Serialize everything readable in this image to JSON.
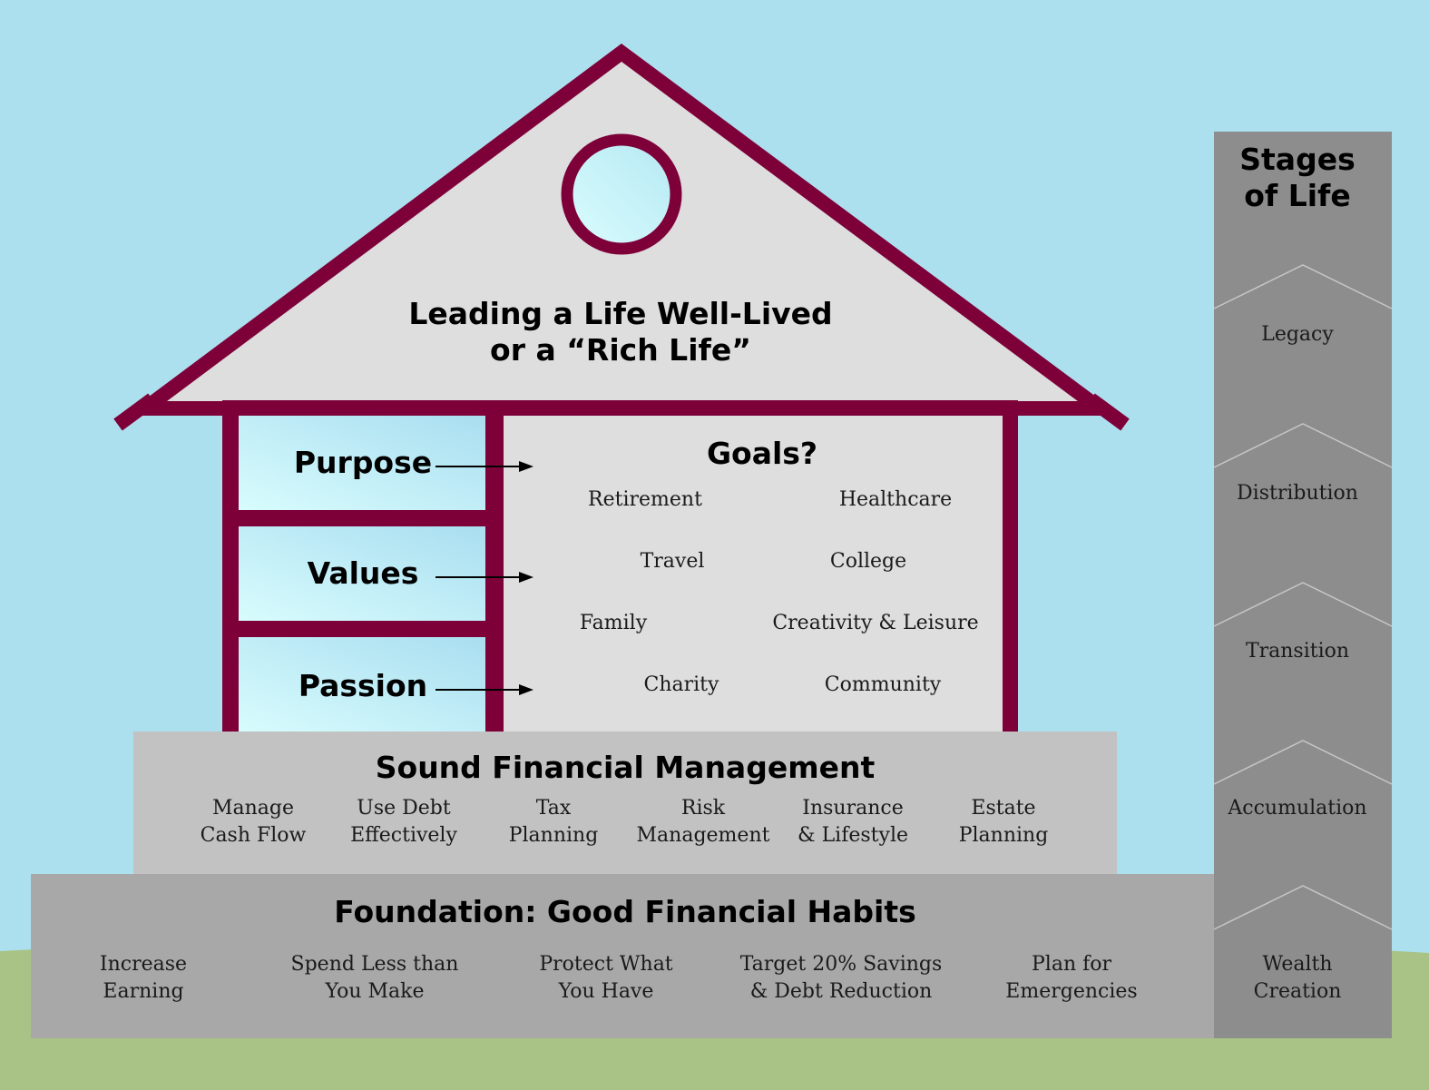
{
  "roof": {
    "title_line1": "Leading a Life Well-Lived",
    "title_line2": "or a “Rich Life”"
  },
  "windows": [
    {
      "label": "Purpose"
    },
    {
      "label": "Values"
    },
    {
      "label": "Passion"
    }
  ],
  "goals": {
    "title": "Goals?",
    "items": [
      "Retirement",
      "Healthcare",
      "Travel",
      "College",
      "Family",
      "Creativity & Leisure",
      "Charity",
      "Community"
    ]
  },
  "management": {
    "title": "Sound Financial Management",
    "items": [
      {
        "line1": "Manage",
        "line2": "Cash Flow"
      },
      {
        "line1": "Use Debt",
        "line2": "Effectively"
      },
      {
        "line1": "Tax",
        "line2": "Planning"
      },
      {
        "line1": "Risk",
        "line2": "Management"
      },
      {
        "line1": "Insurance",
        "line2": "& Lifestyle"
      },
      {
        "line1": "Estate",
        "line2": "Planning"
      }
    ]
  },
  "foundation": {
    "title": "Foundation: Good Financial Habits",
    "items": [
      {
        "line1": "Increase",
        "line2": "Earning"
      },
      {
        "line1": "Spend Less than",
        "line2": "You Make"
      },
      {
        "line1": "Protect What",
        "line2": "You Have"
      },
      {
        "line1": "Target 20% Savings",
        "line2": "& Debt Reduction"
      },
      {
        "line1": "Plan for",
        "line2": "Emergencies"
      }
    ]
  },
  "stages": {
    "title_line1": "Stages",
    "title_line2": "of Life",
    "items": [
      {
        "line1": "Legacy",
        "line2": ""
      },
      {
        "line1": "Distribution",
        "line2": ""
      },
      {
        "line1": "Transition",
        "line2": ""
      },
      {
        "line1": "Accumulation",
        "line2": ""
      },
      {
        "line1": "Wealth",
        "line2": "Creation"
      }
    ]
  },
  "colors": {
    "sky": "#ade0ef",
    "grass": "#a8c385",
    "house_frame": "#7e0038",
    "house_fill": "#dedede",
    "window_glass": "#c8f4f8",
    "management_band": "#c2c2c2",
    "foundation_band": "#a8a8a8",
    "stages_column": "#8d8d8d"
  }
}
